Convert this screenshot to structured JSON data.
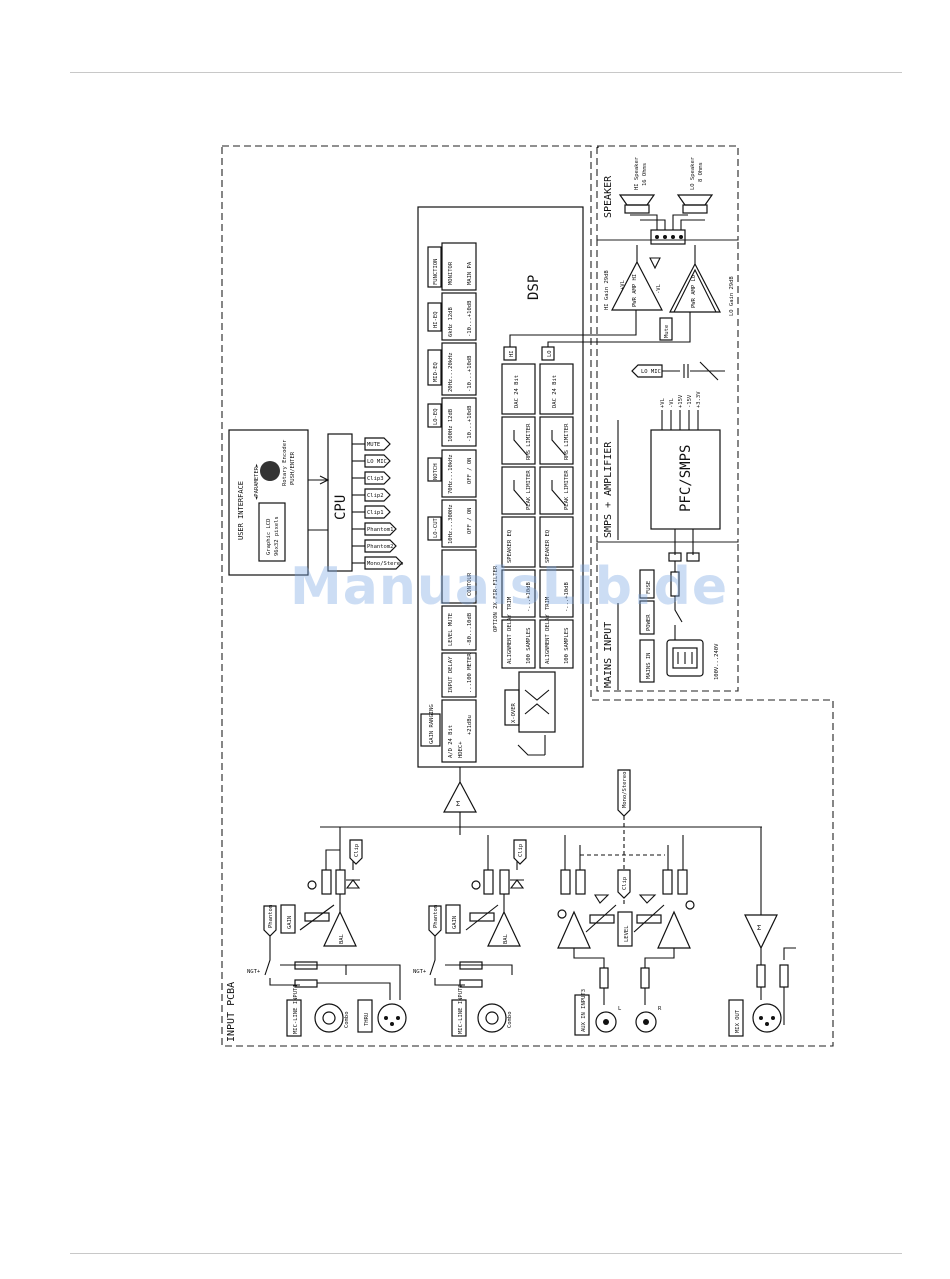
{
  "diagram": {
    "sections": {
      "input_pcba": "INPUT PCBA",
      "speaker": "SPEAKER",
      "smps_amplifier": "SMPS + AMPLIFIER",
      "mains_input": "MAINS INPUT",
      "user_interface": "USER INTERFACE",
      "cpu": "CPU",
      "dsp": "DSP"
    },
    "user_interface": {
      "parameter": "◄PARAMETER►",
      "encoder": "Rotary Encoder",
      "push": "PUSH/ENTER",
      "display": "Graphic LCD",
      "display_res": "96x32 pixels"
    },
    "cpu_lines": [
      "MUTE",
      "LO MIC",
      "Clip3",
      "Clip2",
      "Clip1",
      "Phantom1",
      "Phantom2",
      "Mono/Stereo"
    ],
    "dsp_top_blocks": [
      {
        "title": "GAIN RANGING",
        "l1": "A/D 24 Bit",
        "l2": "HDEC+",
        "l3": "+21dBu"
      },
      {
        "title": "INPUT DELAY",
        "l1": "...100 METER",
        "l2": "",
        "l3": ""
      },
      {
        "title": "LEVEL MUTE",
        "l1": "-80...10dB",
        "l2": "",
        "l3": ""
      },
      {
        "title": "CONTOUR",
        "l1": "",
        "l2": "",
        "l3": ""
      },
      {
        "title": "LO-CUT",
        "l1": "10Hz...300Hz",
        "l2": "OFF / ON",
        "l3": ""
      },
      {
        "title": "NOTCH",
        "l1": "70Hz...10kHz",
        "l2": "OFF / ON",
        "l3": ""
      },
      {
        "title": "LO-EQ",
        "l1": "100Hz 12dB",
        "l2": "-10...+10dB",
        "l3": ""
      },
      {
        "title": "MID-EQ",
        "l1": "20Hz...20kHz",
        "l2": "-10...+10dB",
        "l3": ""
      },
      {
        "title": "HI-EQ",
        "l1": "6kHz 12dB",
        "l2": "-10...+10dB",
        "l3": ""
      },
      {
        "title": "FUNCTION",
        "l1": "MONITOR",
        "l2": "MAIN PA",
        "l3": ""
      }
    ],
    "dsp_hi_chain": [
      "ALIGNMENT DELAY",
      "TRIM",
      "SPEAKER EQ",
      "PEAK LIMITER",
      "RMS LIMITER",
      "DAC 24 Bit"
    ],
    "dsp_lo_chain": [
      "ALIGNMENT DELAY",
      "TRIM",
      "SPEAKER EQ",
      "PEAK LIMITER",
      "RMS LIMITER",
      "DAC 24 Bit"
    ],
    "dsp_misc": {
      "xover": "X-OVER",
      "samples": "100 SAMPLES",
      "trim_range": "-...+10dB",
      "option_fir": "OPTION 2X FIR-FILTER",
      "hi_tag": "HI",
      "lo_tag": "LO"
    },
    "amplifier": {
      "hi_amp": "PWR AMP HI",
      "lo_amp": "PWR AMP LO",
      "hi_spec": "HI Gain 29dB",
      "lo_spec": "LO Gain 29dB",
      "rails": [
        "+VL",
        "-VL",
        "+15V",
        "-15V",
        "+3.3V"
      ],
      "psu": "PFC/SMPS",
      "lo_mic": "LO MIC",
      "mute": "Mute"
    },
    "speaker": {
      "hi": "HI Speaker",
      "hi_ohms": "16 Ohms",
      "lo": "LO Speaker",
      "lo_ohms": "8 Ohms"
    },
    "mains": {
      "power": "POWER",
      "fuse": "FUSE",
      "mains_in": "MAINS IN",
      "voltage": "100V...240V"
    },
    "inputs": {
      "in1": "MIC-LINE INPUT1",
      "in2": "MIC-LINE INPUT2",
      "in3": "AUX IN INPUT3",
      "thru": "THRU",
      "mix_out": "MIX OUT",
      "combo": "Combo",
      "gain": "GAIN",
      "level": "LEVEL",
      "bal": "BAL",
      "ngt": "NGT+",
      "phantom": "Phantom",
      "clip": "Clip",
      "mono_stereo": "Mono/Stereo",
      "sigma": "Σ",
      "l": "L",
      "r": "R"
    }
  }
}
